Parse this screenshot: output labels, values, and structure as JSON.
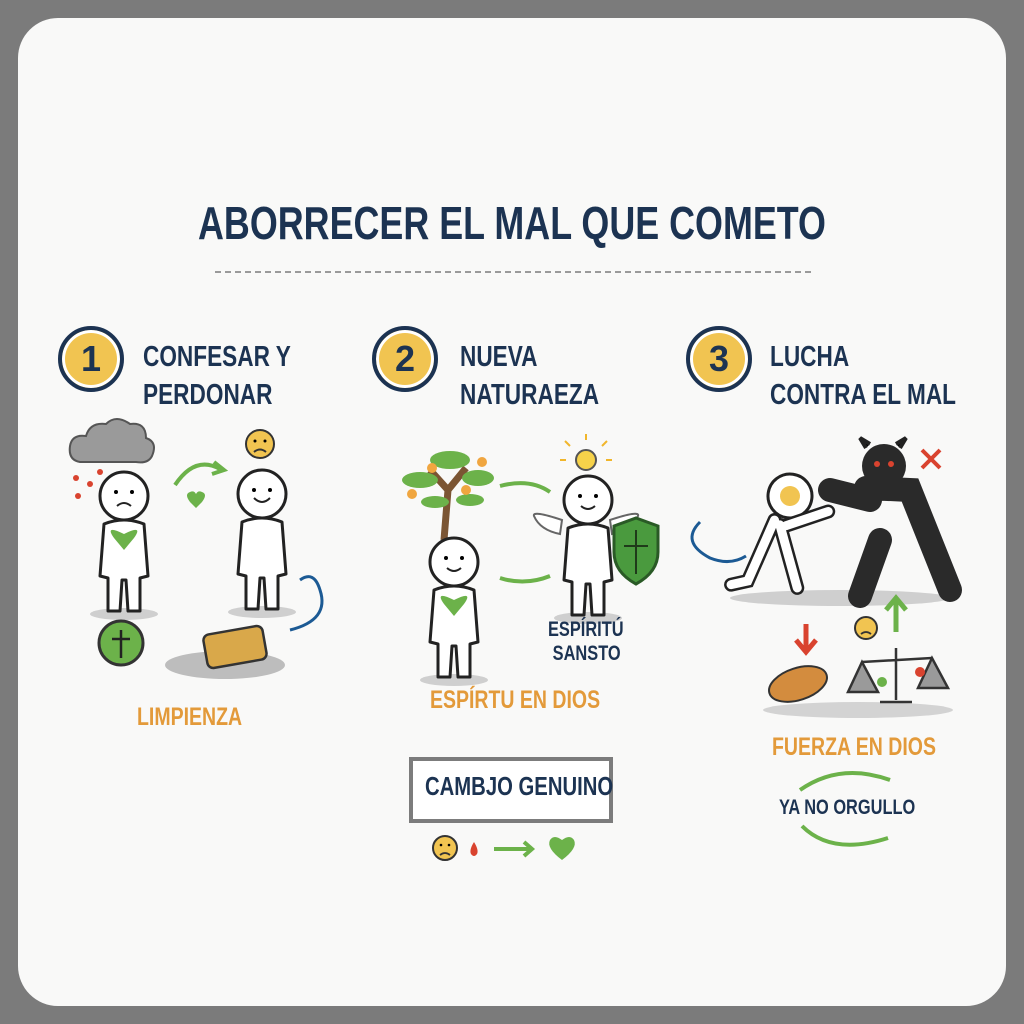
{
  "title": "ABORRECER EL MAL QUE COMETO",
  "steps": [
    {
      "number": "1",
      "heading_line1": "CONFESAR Y",
      "heading_line2": "PERDONAR",
      "label": "LIMPIENZA"
    },
    {
      "number": "2",
      "heading_line1": "NUEVA",
      "heading_line2": "NATURAEZA",
      "label": "ESPÍRTU EN DIOS",
      "sublabel_line1": "ESPÍRITÚ",
      "sublabel_line2": "SANSTO",
      "box_label": "CAMBJO GENUINO"
    },
    {
      "number": "3",
      "heading_line1": "LUCHA",
      "heading_line2": "CONTRA EL MAL",
      "label": "FUERZA EN DIOS",
      "cycle_label": "YA NO ORGULLO"
    }
  ],
  "colors": {
    "navy": "#1c3352",
    "gold": "#f1c451",
    "orange": "#e39a3a",
    "green": "#6cb24a",
    "red": "#d9432f",
    "frame": "#7b7b7b"
  }
}
